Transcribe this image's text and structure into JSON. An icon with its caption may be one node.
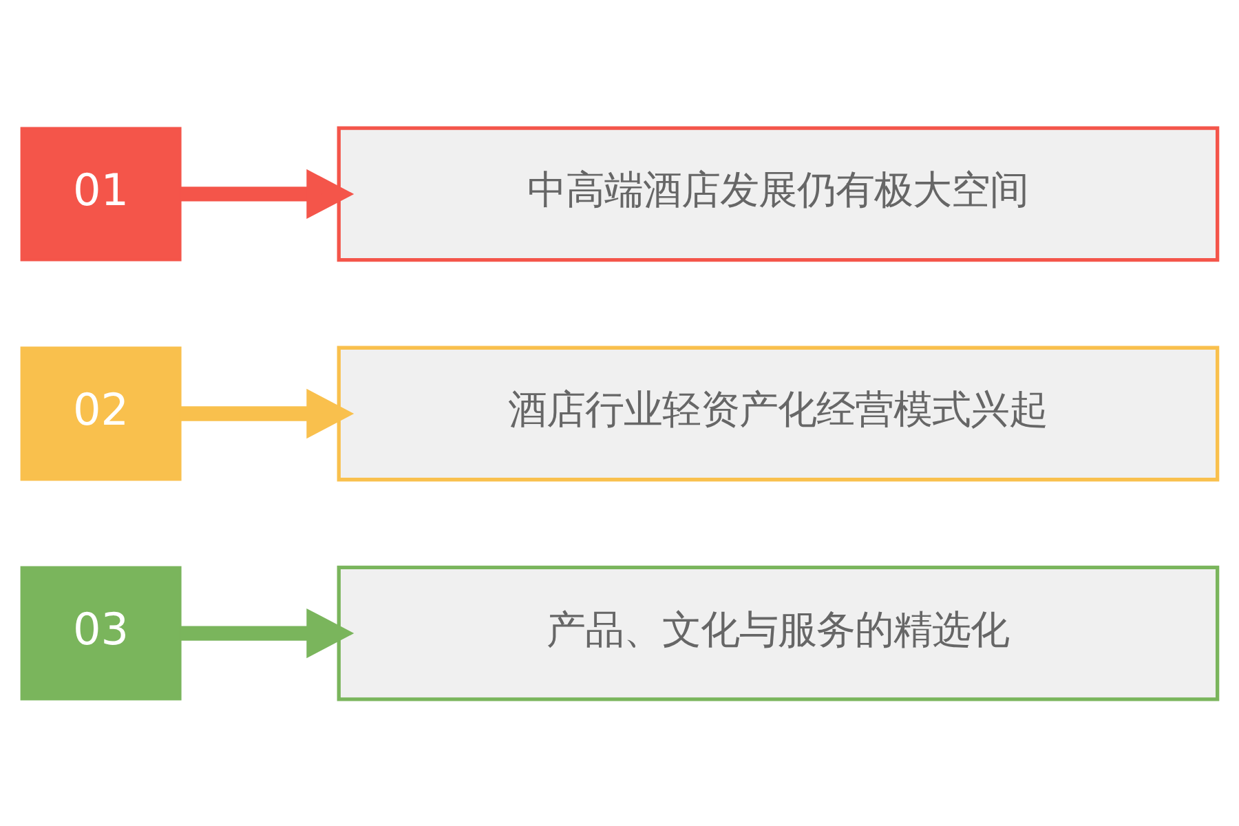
{
  "diagram": {
    "nodes": [
      {
        "text": [
          "01"
        ]
      },
      {
        "text": [
          "中高端酒店发展仍有极大空间"
        ]
      },
      {
        "text": [
          "02"
        ]
      },
      {
        "text": [
          "酒店行业轻资产化经营模式兴起"
        ]
      },
      {
        "text": [
          "03"
        ]
      },
      {
        "text": [
          "产品、文化与服务的精选化"
        ]
      }
    ],
    "edges": [
      {
        "from": 0,
        "to": 1,
        "arrow": "to",
        "color": "#f4554a"
      },
      {
        "from": 2,
        "to": 3,
        "arrow": "to",
        "color": "#f9c04d"
      },
      {
        "from": 4,
        "to": 5,
        "arrow": "to",
        "color": "#7ab55c"
      }
    ]
  }
}
